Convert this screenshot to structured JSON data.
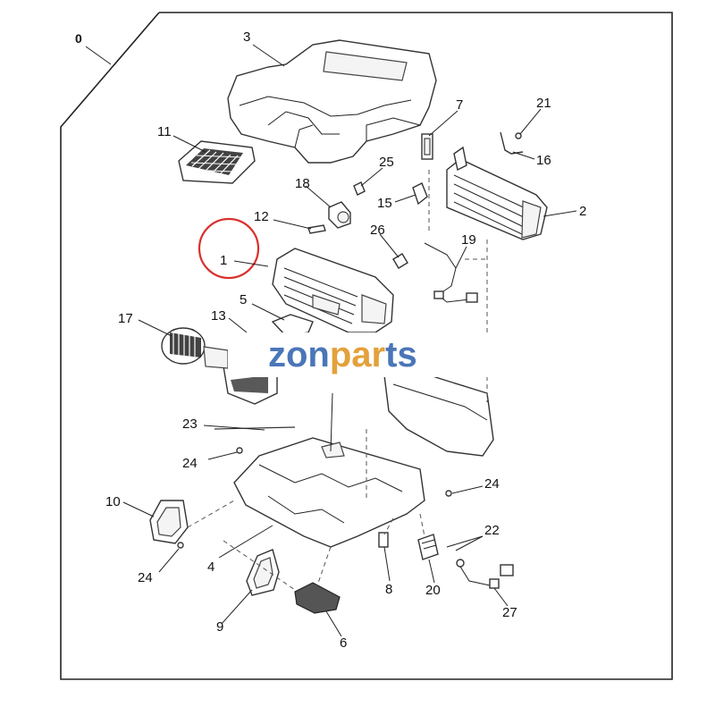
{
  "watermark": {
    "part1": "zon",
    "part2": "par",
    "part3": "ts"
  },
  "highlight_color": "#d9302c",
  "labels": {
    "l0": "0",
    "l1": "1",
    "l2": "2",
    "l3": "3",
    "l4": "4",
    "l5": "5",
    "l6": "6",
    "l7": "7",
    "l8": "8",
    "l9": "9",
    "l10": "10",
    "l11": "11",
    "l12": "12",
    "l13": "13",
    "l15": "15",
    "l16": "16",
    "l17": "17",
    "l18": "18",
    "l19": "19",
    "l20": "20",
    "l21": "21",
    "l22": "22",
    "l23": "23",
    "l24a": "24",
    "l24b": "24",
    "l24c": "24",
    "l25": "25",
    "l26": "26",
    "l27": "27"
  }
}
